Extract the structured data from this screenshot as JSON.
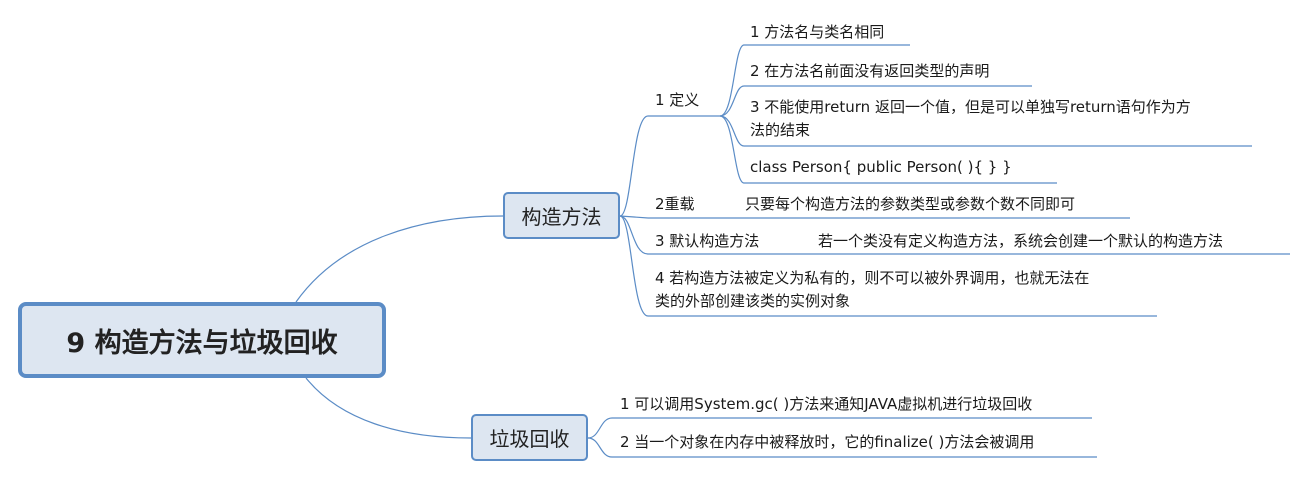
{
  "root": {
    "title": "9 构造方法与垃圾回收"
  },
  "topics": {
    "constructor": {
      "title": "构造方法",
      "definition": {
        "label": "1 定义",
        "items": [
          "1 方法名与类名相同",
          "2 在方法名前面没有返回类型的声明",
          "3 不能使用return 返回一个值，但是可以单独写return语句作为方",
          "法的结束",
          "class Person{  public Person( ){   }   }"
        ]
      },
      "overload": {
        "label": "2重载",
        "desc": "只要每个构造方法的参数类型或参数个数不同即可"
      },
      "default_ctor": {
        "label": "3 默认构造方法",
        "desc": "若一个类没有定义构造方法，系统会创建一个默认的构造方法"
      },
      "private_ctor": {
        "line1": "4 若构造方法被定义为私有的，则不可以被外界调用，也就无法在",
        "line2": "类的外部创建该类的实例对象"
      }
    },
    "gc": {
      "title": "垃圾回收",
      "items": [
        "1 可以调用System.gc( )方法来通知JAVA虚拟机进行垃圾回收",
        "2 当一个对象在内存中被释放时，它的finalize( )方法会被调用"
      ]
    }
  },
  "colors": {
    "line": "#5b8cc6",
    "fill": "#dde6f1"
  }
}
